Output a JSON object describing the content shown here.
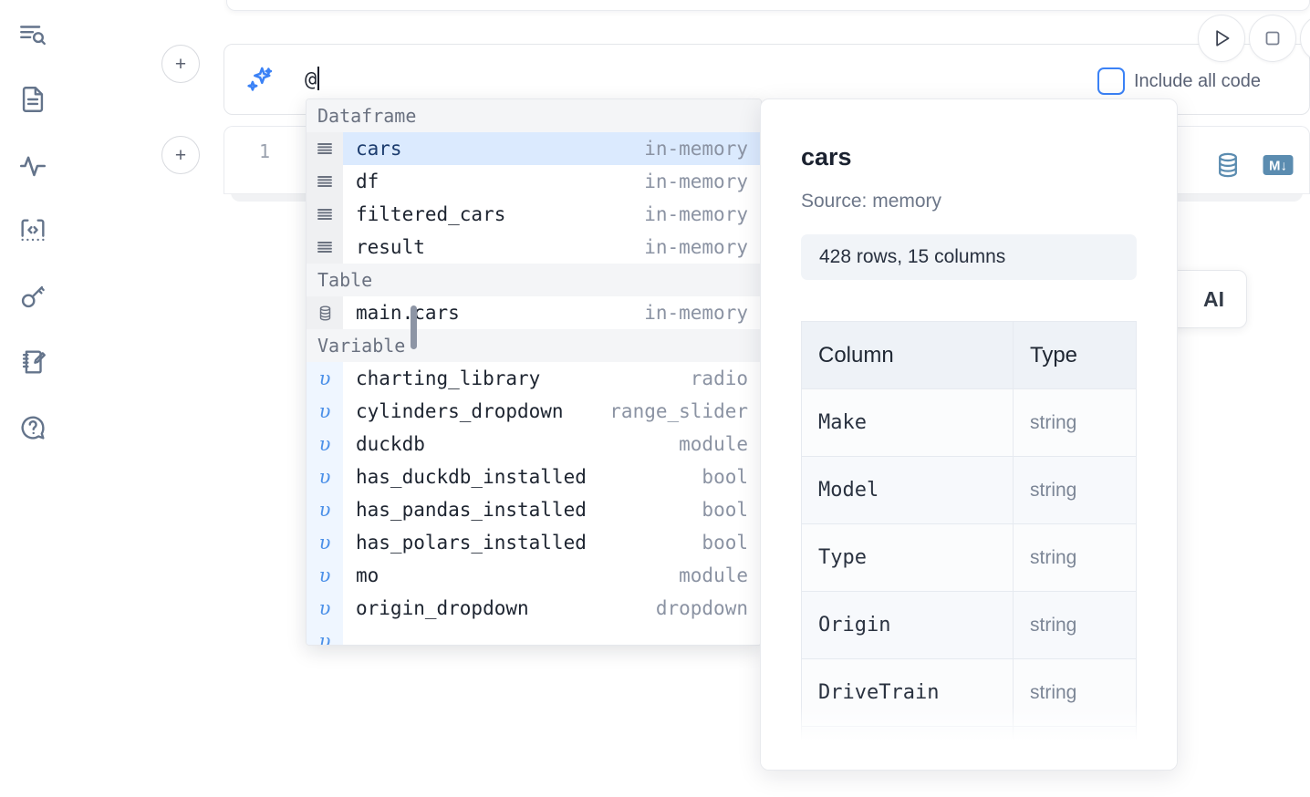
{
  "rail": {
    "items": [
      {
        "name": "outline-search-icon",
        "label": "Outline"
      },
      {
        "name": "file-document-icon",
        "label": "Files"
      },
      {
        "name": "activity-pulse-icon",
        "label": "Activity"
      },
      {
        "name": "code-snippet-icon",
        "label": "Snippets"
      },
      {
        "name": "key-icon",
        "label": "Secrets"
      },
      {
        "name": "notebook-edit-icon",
        "label": "Scratchpad"
      },
      {
        "name": "help-chat-icon",
        "label": "Help"
      }
    ]
  },
  "toolbar": {
    "run_label": "Run",
    "stop_label": "Stop",
    "more_label": "More",
    "include_all_code_label": "Include all code",
    "include_all_code_checked": false,
    "add_cell_label": "+"
  },
  "ai_bar": {
    "icon": "sparkle-icon",
    "value": "@",
    "accent_color": "#3b82f6"
  },
  "code_cell": {
    "line_number": "1",
    "tools": [
      {
        "name": "database-icon",
        "label": "SQL cell"
      },
      {
        "name": "markdown-icon",
        "label": "M↓"
      }
    ]
  },
  "ai_chip": {
    "label": "AI"
  },
  "autocomplete": {
    "groups": [
      {
        "label": "Dataframe",
        "icon": "dataframe-lines-icon",
        "items": [
          {
            "name": "cars",
            "type": "in-memory",
            "selected": true
          },
          {
            "name": "df",
            "type": "in-memory",
            "selected": false
          },
          {
            "name": "filtered_cars",
            "type": "in-memory",
            "selected": false
          },
          {
            "name": "result",
            "type": "in-memory",
            "selected": false
          }
        ]
      },
      {
        "label": "Table",
        "icon": "database-icon",
        "items": [
          {
            "name": "main.cars",
            "type": "in-memory",
            "selected": false
          }
        ]
      },
      {
        "label": "Variable",
        "icon": "variable-upsilon-icon",
        "items": [
          {
            "name": "charting_library",
            "type": "radio",
            "selected": false
          },
          {
            "name": "cylinders_dropdown",
            "type": "range_slider",
            "selected": false
          },
          {
            "name": "duckdb",
            "type": "module",
            "selected": false
          },
          {
            "name": "has_duckdb_installed",
            "type": "bool",
            "selected": false
          },
          {
            "name": "has_pandas_installed",
            "type": "bool",
            "selected": false
          },
          {
            "name": "has_polars_installed",
            "type": "bool",
            "selected": false
          },
          {
            "name": "mo",
            "type": "module",
            "selected": false
          },
          {
            "name": "origin_dropdown",
            "type": "dropdown",
            "selected": false
          },
          {
            "name": "",
            "type": "",
            "selected": false
          }
        ]
      }
    ]
  },
  "preview": {
    "title": "cars",
    "source_label": "Source: memory",
    "shape_label": "428 rows, 15 columns",
    "rows_count": 428,
    "columns_count": 15,
    "table": {
      "headers": [
        "Column",
        "Type"
      ],
      "rows": [
        [
          "Make",
          "string"
        ],
        [
          "Model",
          "string"
        ],
        [
          "Type",
          "string"
        ],
        [
          "Origin",
          "string"
        ],
        [
          "DriveTrain",
          "string"
        ],
        [
          "",
          ""
        ]
      ]
    }
  }
}
